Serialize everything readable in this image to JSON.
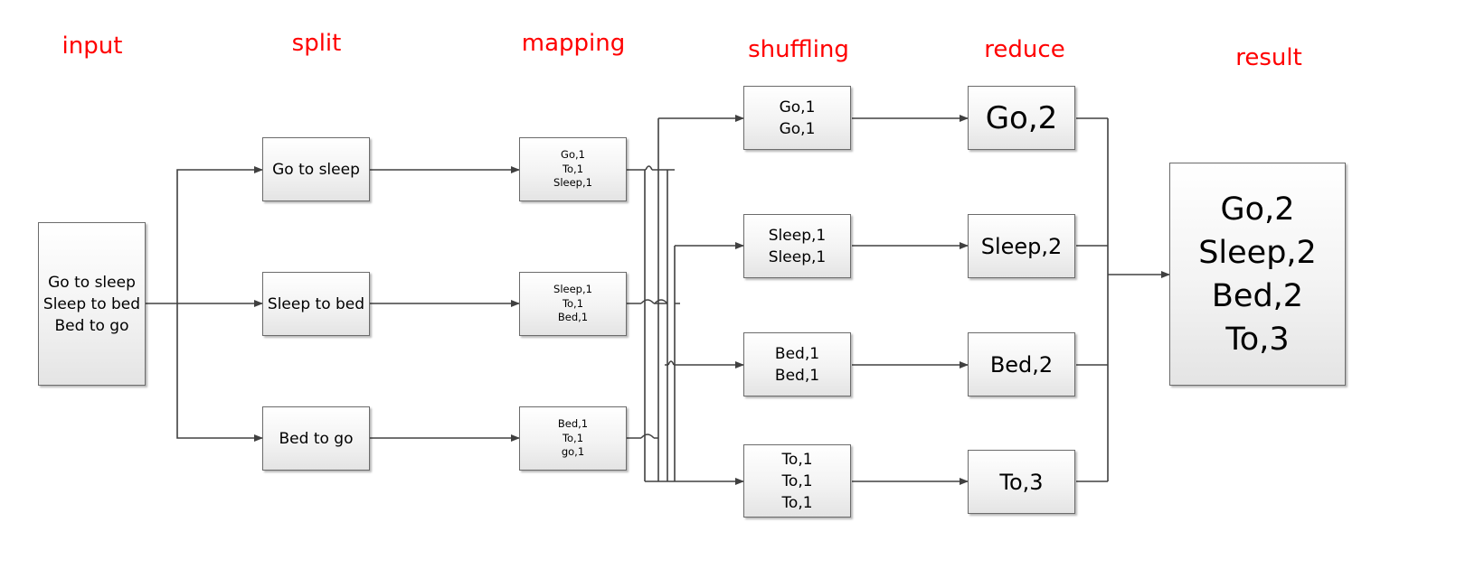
{
  "stages": {
    "input": "input",
    "split": "split",
    "mapping": "mapping",
    "shuffling": "shuffling",
    "reduce": "reduce",
    "result": "result"
  },
  "input_box": {
    "lines": [
      "Go to sleep",
      "Sleep to bed",
      "Bed to go"
    ]
  },
  "split_boxes": [
    "Go to sleep",
    "Sleep to bed",
    "Bed to go"
  ],
  "mapping_boxes": [
    {
      "lines": [
        "Go,1",
        "To,1",
        "Sleep,1"
      ]
    },
    {
      "lines": [
        "Sleep,1",
        "To,1",
        "Bed,1"
      ]
    },
    {
      "lines": [
        "Bed,1",
        "To,1",
        "go,1"
      ]
    }
  ],
  "shuffling_boxes": [
    {
      "lines": [
        "Go,1",
        "Go,1"
      ]
    },
    {
      "lines": [
        "Sleep,1",
        "Sleep,1"
      ]
    },
    {
      "lines": [
        "Bed,1",
        "Bed,1"
      ]
    },
    {
      "lines": [
        "To,1",
        "To,1",
        "To,1"
      ]
    }
  ],
  "reduce_boxes": [
    "Go,2",
    "Sleep,2",
    "Bed,2",
    "To,3"
  ],
  "result_box": {
    "lines": [
      "Go,2",
      "Sleep,2",
      "Bed,2",
      "To,3"
    ]
  },
  "colors": {
    "stage_label": "#ff0000",
    "connector": "#404040",
    "box_border": "#6b6b6b"
  }
}
